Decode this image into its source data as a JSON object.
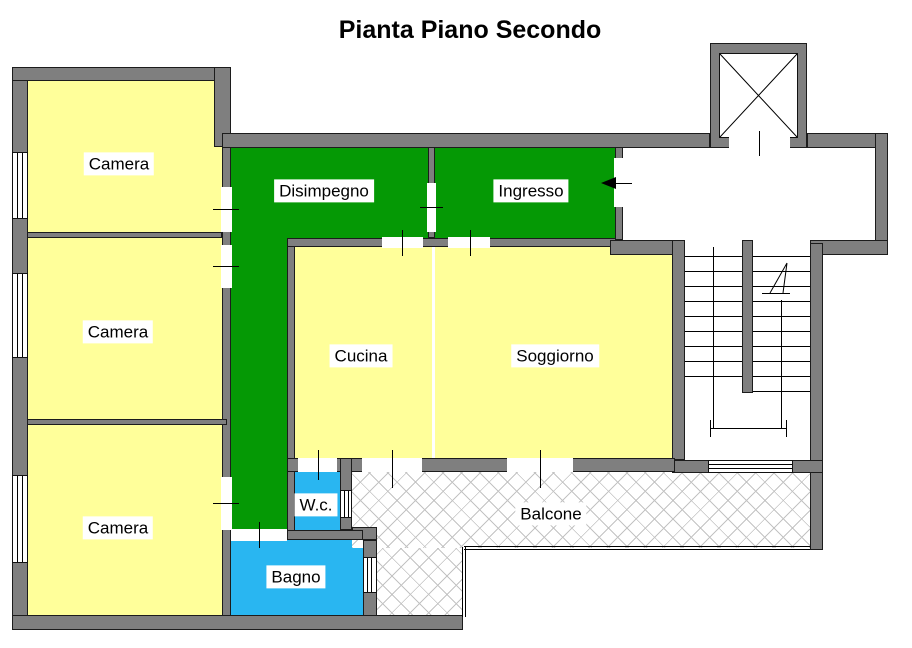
{
  "title": "Pianta Piano Secondo",
  "rooms": {
    "camera1": {
      "label": "Camera",
      "color": "#FFFF9A"
    },
    "camera2": {
      "label": "Camera",
      "color": "#FFFF9A"
    },
    "camera3": {
      "label": "Camera",
      "color": "#FFFF9A"
    },
    "disimpegno": {
      "label": "Disimpegno",
      "color": "#059905"
    },
    "ingresso": {
      "label": "Ingresso",
      "color": "#059905"
    },
    "cucina": {
      "label": "Cucina",
      "color": "#FFFF9A"
    },
    "soggiorno": {
      "label": "Soggiorno",
      "color": "#FFFF9A"
    },
    "wc": {
      "label": "W.c.",
      "color": "#29B6F1"
    },
    "bagno": {
      "label": "Bagno",
      "color": "#29B6F1"
    },
    "balcone": {
      "label": "Balcone",
      "color": "hatch"
    }
  },
  "palette": {
    "wall_gray": "#7F7F7F",
    "bedroom_yellow": "#FFFF9A",
    "hall_green": "#059905",
    "bath_cyan": "#29B6F1",
    "hatch_line": "#c3c3c3"
  }
}
